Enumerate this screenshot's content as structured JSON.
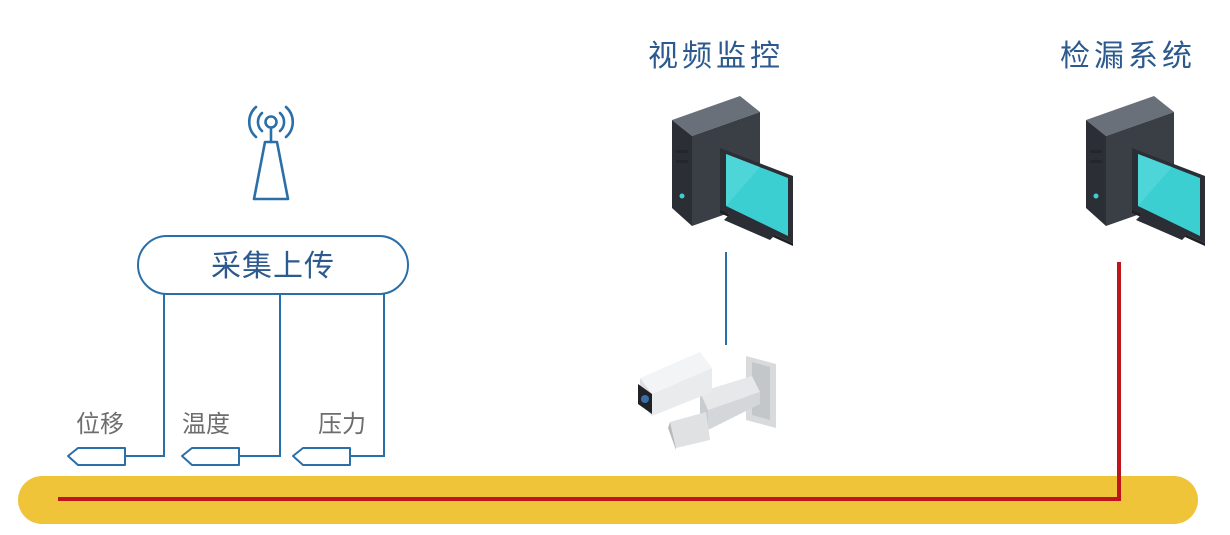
{
  "diagram": {
    "video_monitoring_label": "视频监控",
    "leak_detection_label": "检漏系统",
    "collect_upload_label": "采集上传",
    "sensors": {
      "displacement": "位移",
      "temperature": "温度",
      "pressure": "压力"
    }
  },
  "colors": {
    "label_blue": "#2d5a8e",
    "line_blue": "#2a6fa8",
    "sensor_gray": "#6d6d6d",
    "pipe_yellow": "#efc438",
    "leak_red": "#c0141c",
    "screen_cyan": "#3ccfd2",
    "tower_dark": "#3a3f46"
  },
  "icons": [
    "antenna-icon",
    "computer-icon",
    "security-camera-icon",
    "sensor-probe-icon"
  ]
}
